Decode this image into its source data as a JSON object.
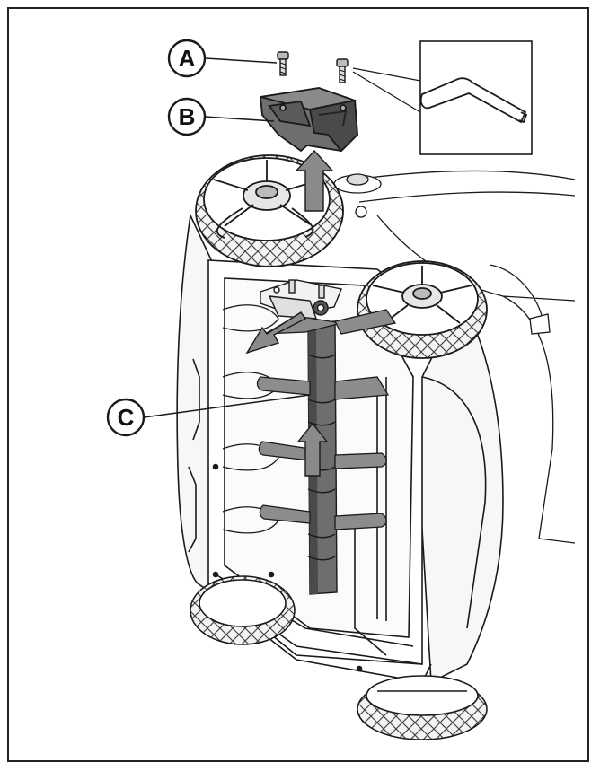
{
  "callouts": [
    {
      "id": "A",
      "label": "A",
      "target": "screw"
    },
    {
      "id": "B",
      "label": "B",
      "target": "blade-cover"
    },
    {
      "id": "C",
      "label": "C",
      "target": "tine-roller"
    }
  ],
  "inset": {
    "icon": "allen-key-icon"
  },
  "colors": {
    "line": "#1a1a1a",
    "part_fill": "#6e6e6e",
    "part_dark": "#4a4a4a",
    "tine_fill": "#8c8c8c",
    "arrow_fill": "#8a8a8a",
    "tyre_fill": "#d8d8d8"
  }
}
